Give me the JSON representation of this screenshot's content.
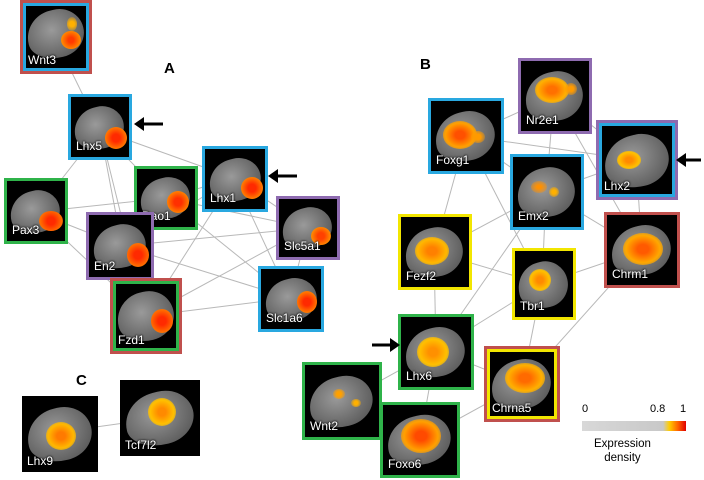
{
  "panels": [
    "A",
    "B",
    "C"
  ],
  "colors": {
    "blue": "#29a8e0",
    "green": "#2fb34a",
    "purple": "#8e6bb0",
    "red": "#c0504d",
    "yellow": "#f2e600"
  },
  "genes": {
    "wnt3": "Wnt3",
    "lhx5": "Lhx5",
    "lhx1": "Lhx1",
    "pax3": "Pax3",
    "dao1": "Dao1",
    "en2": "En2",
    "slc5a1": "Slc5a1",
    "fzd1": "Fzd1",
    "slc1a6": "Slc1a6",
    "nr2e1": "Nr2e1",
    "foxg1": "Foxg1",
    "lhx2": "Lhx2",
    "emx2": "Emx2",
    "fezf2": "Fezf2",
    "chrm1": "Chrm1",
    "tbr1": "Tbr1",
    "lhx6": "Lhx6",
    "chrna5": "Chrna5",
    "wnt2": "Wnt2",
    "foxo6": "Foxo6",
    "lhx9": "Lhx9",
    "tcf7l2": "Tcf7l2"
  },
  "legend": {
    "tick_min": "0",
    "tick_mid": "0.8",
    "tick_max": "1",
    "title_line1": "Expression",
    "title_line2": "density"
  }
}
